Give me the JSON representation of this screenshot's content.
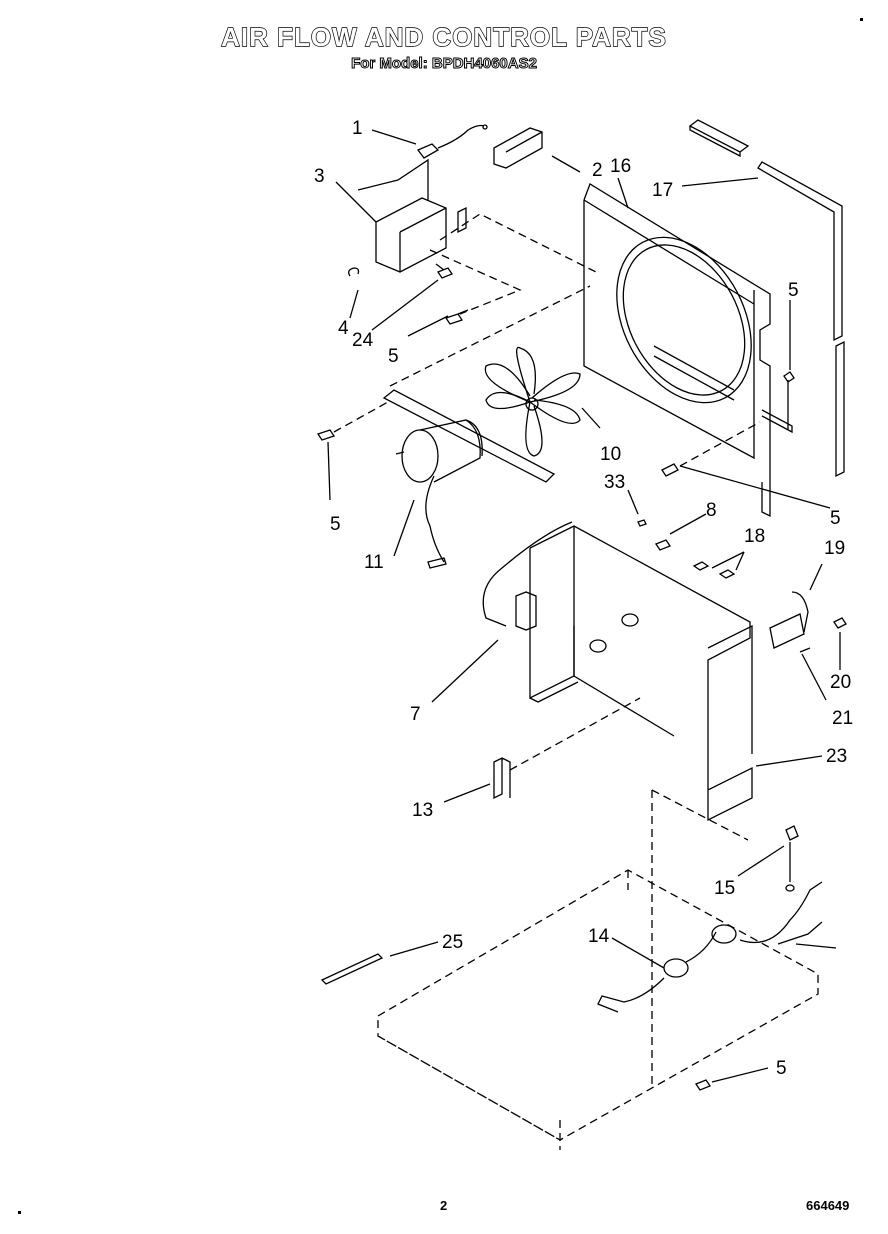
{
  "header": {
    "title": "AIR FLOW AND CONTROL PARTS",
    "subtitle": "For Model: BPDH4060AS2"
  },
  "footer": {
    "page_number": "2",
    "document_number": "664649"
  },
  "callouts": [
    "1",
    "2",
    "16",
    "3",
    "17",
    "5",
    "4",
    "24",
    "5",
    "10",
    "5",
    "33",
    "8",
    "5",
    "18",
    "19",
    "11",
    "20",
    "7",
    "21",
    "23",
    "13",
    "15",
    "25",
    "14",
    "5"
  ]
}
